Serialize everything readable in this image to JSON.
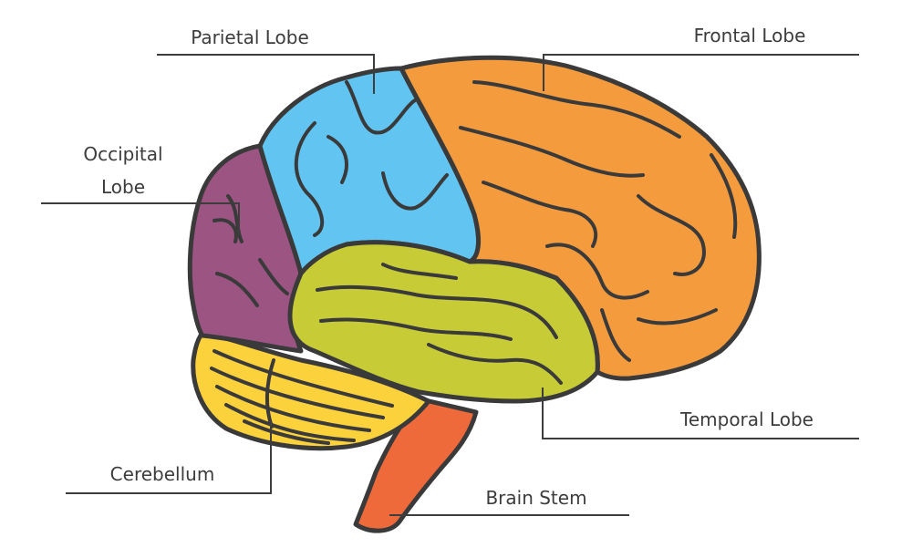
{
  "title": "",
  "colors": {
    "frontal": "#f39b3d",
    "parietal": "#62c4f1",
    "occipital": "#9c5482",
    "temporal": "#c7cc36",
    "cerebellum": "#fbd13c",
    "brain_stem": "#ee6a3b",
    "outline": "#3a3a3a"
  },
  "labels": {
    "parietal": "Parietal Lobe",
    "frontal": "Frontal Lobe",
    "occipital_line1": "Occipital",
    "occipital_line2": "Lobe",
    "temporal": "Temporal Lobe",
    "cerebellum": "Cerebellum",
    "brain_stem": "Brain Stem"
  }
}
